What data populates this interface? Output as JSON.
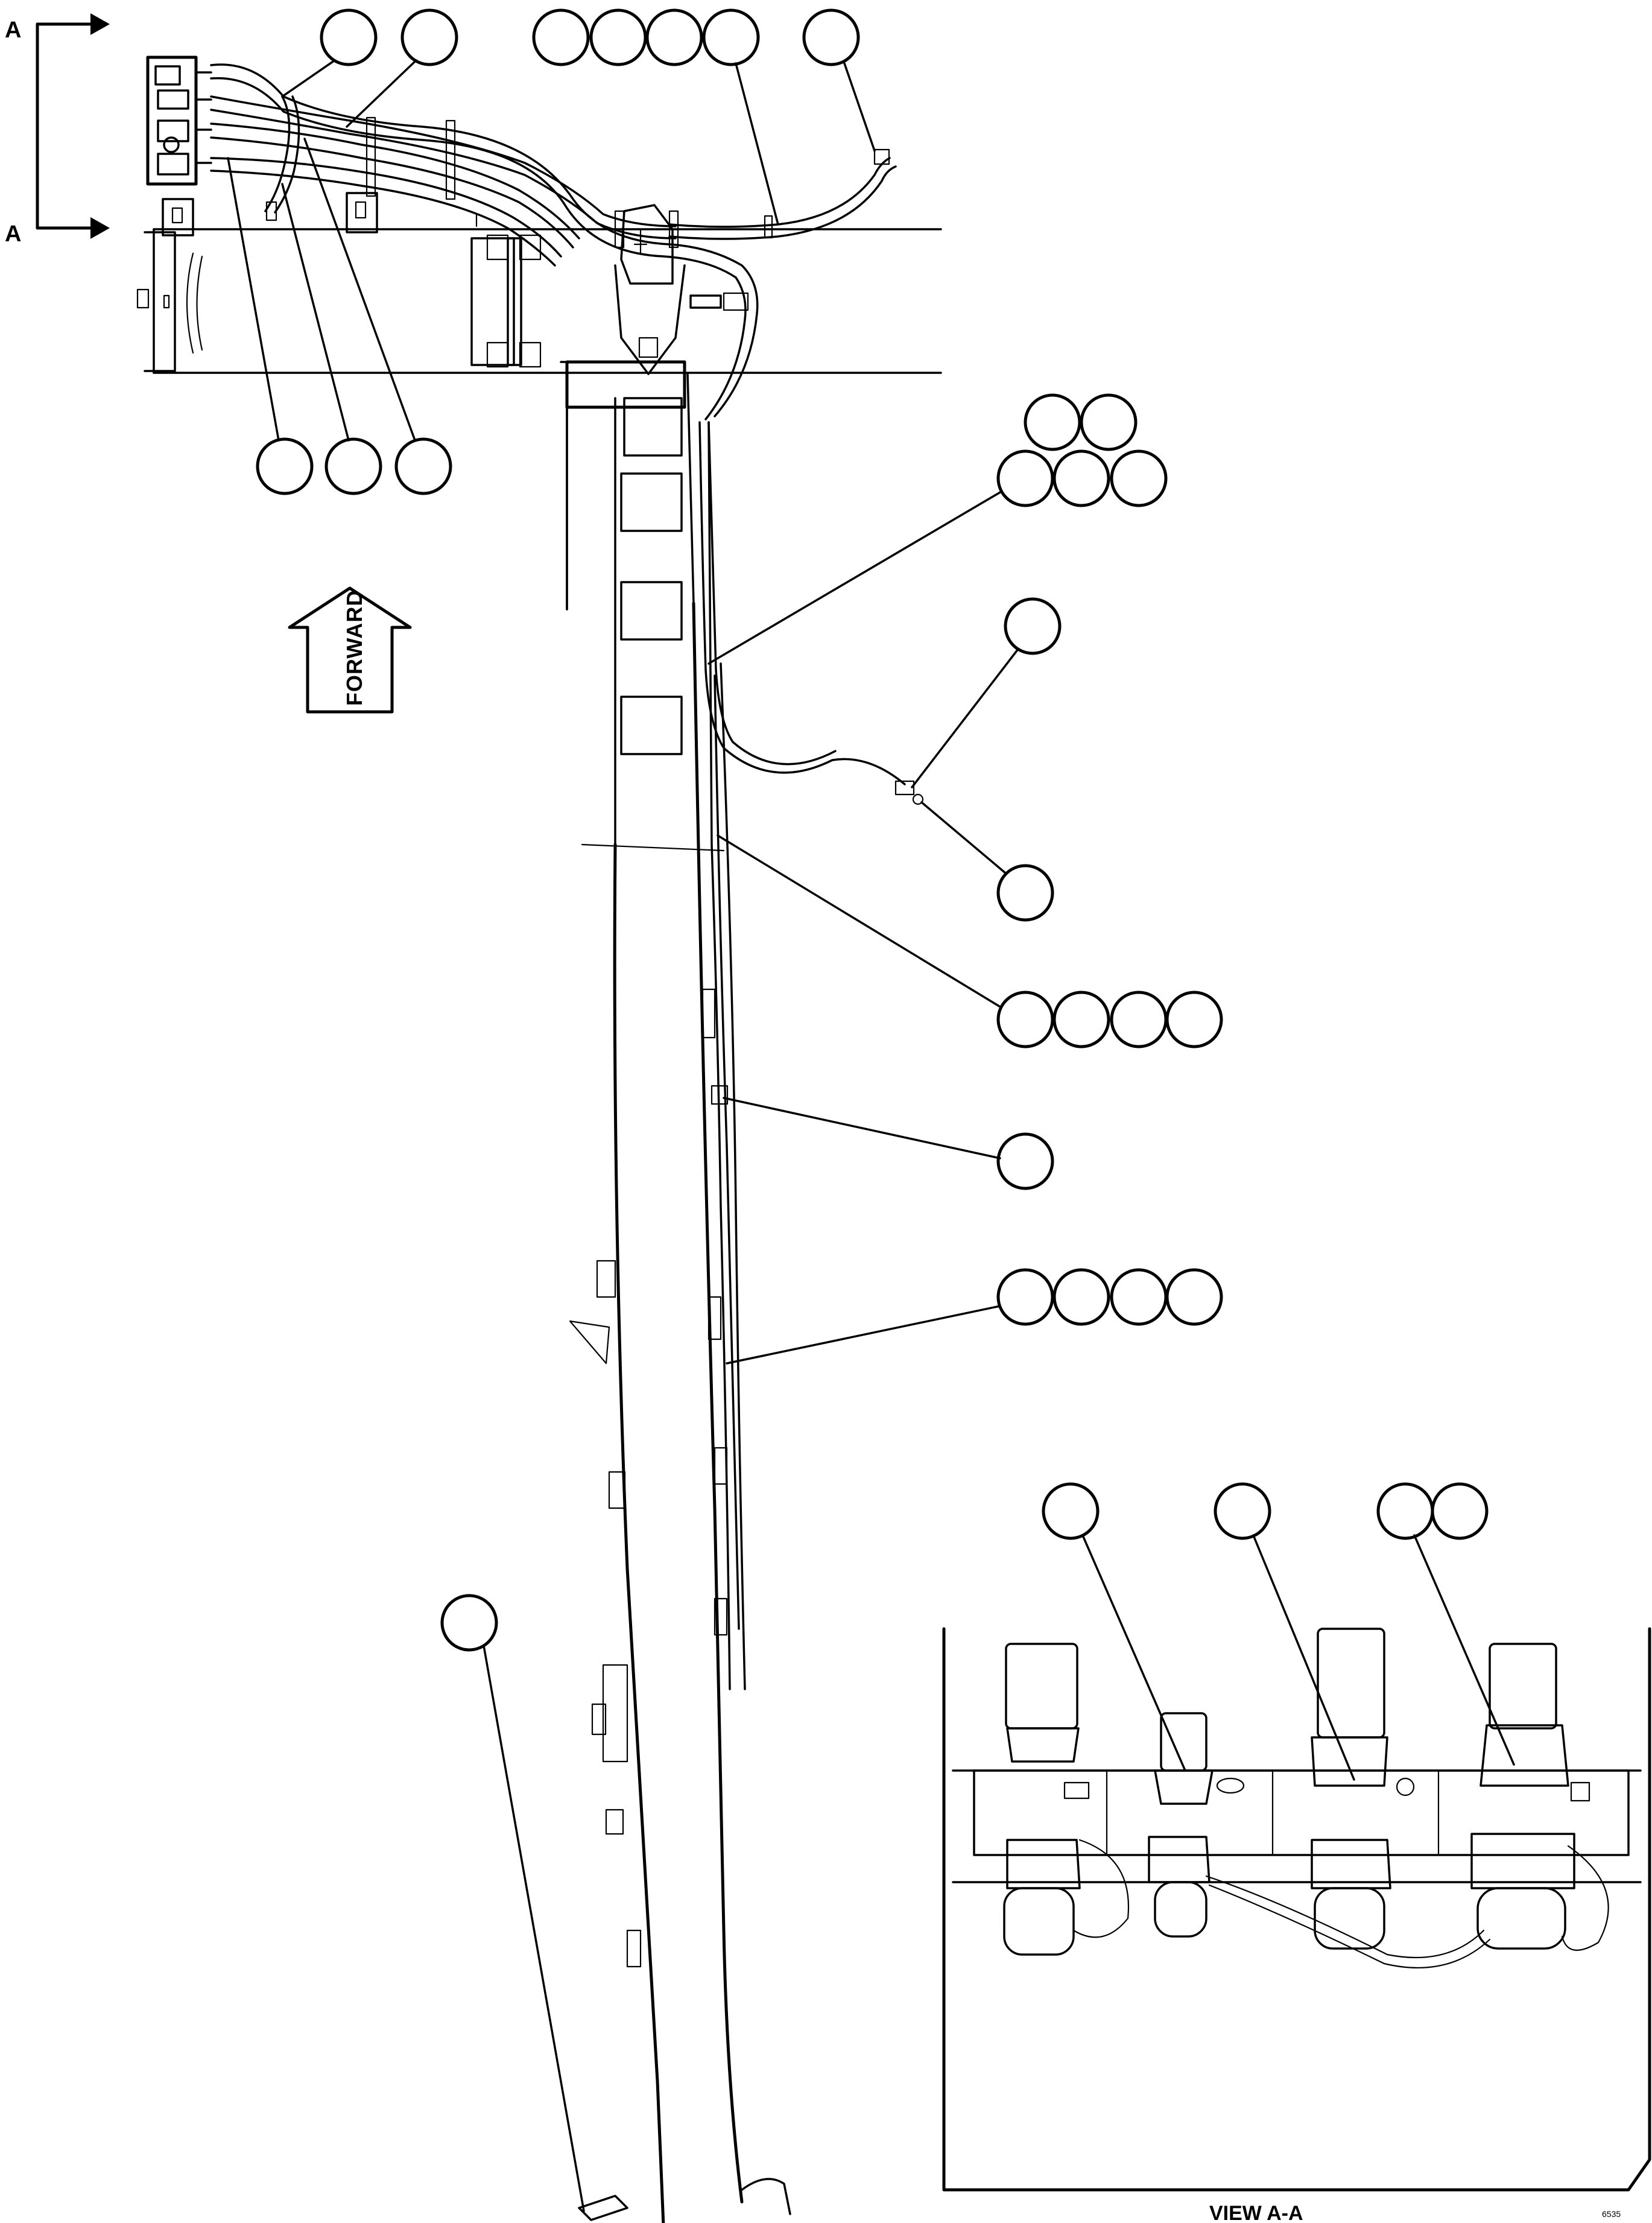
{
  "labels": {
    "section_letter_top": "A",
    "section_letter_bottom": "A",
    "forward": "FORWARD",
    "view_caption": "VIEW A-A",
    "figure_code": "6535"
  }
}
